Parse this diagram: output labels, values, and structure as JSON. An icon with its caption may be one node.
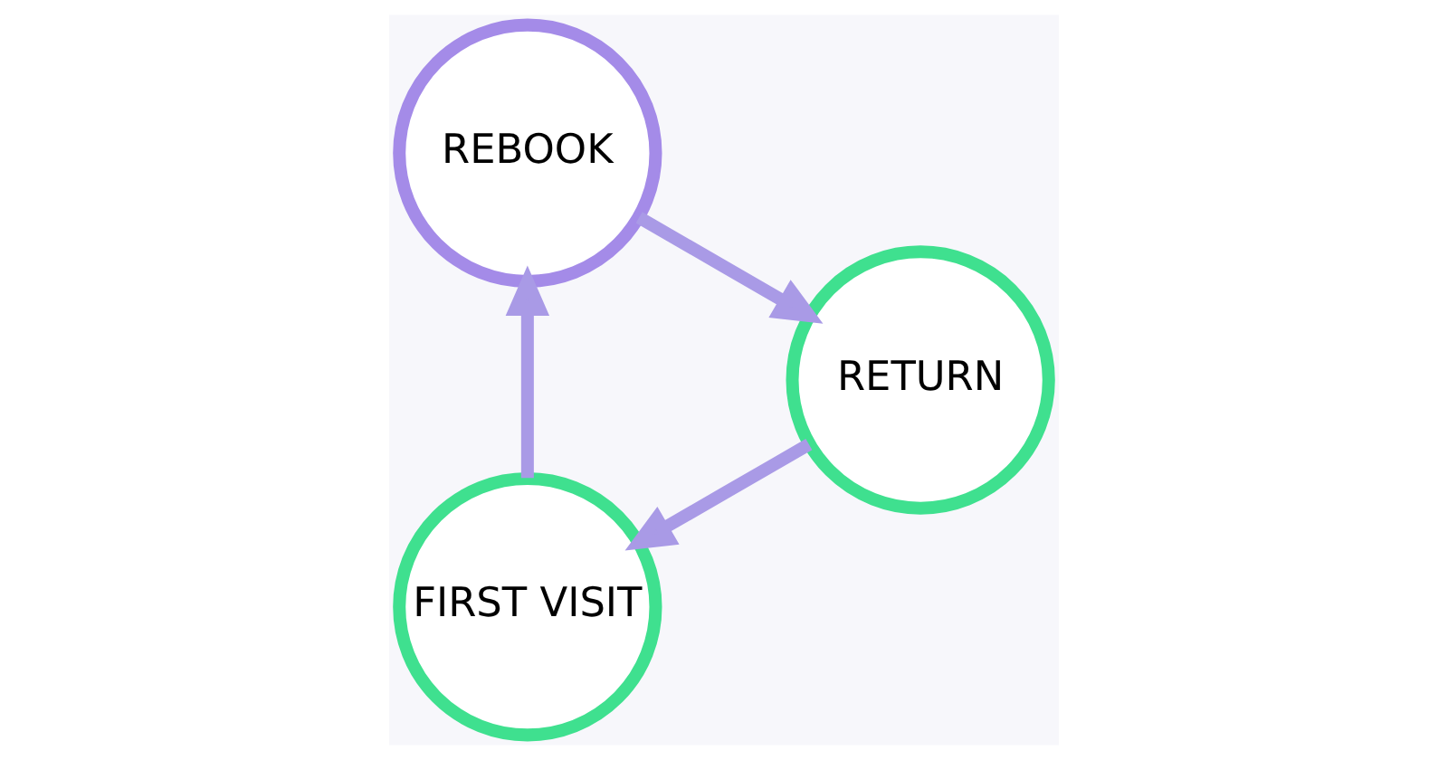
{
  "diagram": {
    "nodes": [
      {
        "text": [
          "FIRST VISIT"
        ]
      },
      {
        "text": [
          "REBOOK"
        ]
      },
      {
        "text": [
          "RETURN"
        ]
      }
    ],
    "edges": [
      {
        "from": 0,
        "to": 1,
        "arrow": "to"
      },
      {
        "from": 1,
        "to": 2,
        "arrow": "to"
      },
      {
        "from": 2,
        "to": 0,
        "arrow": "to"
      }
    ]
  }
}
